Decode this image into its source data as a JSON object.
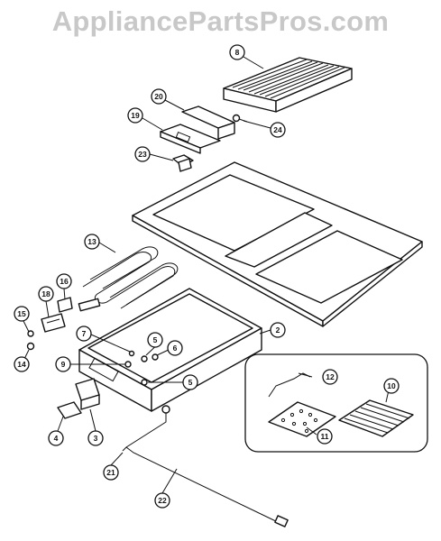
{
  "watermark": "AppliancePartsPros.com",
  "callouts": {
    "c2": "2",
    "c3": "3",
    "c4": "4",
    "c5a": "5",
    "c5b": "5",
    "c6": "6",
    "c7": "7",
    "c8": "8",
    "c9": "9",
    "c10": "10",
    "c11": "11",
    "c12": "12",
    "c13": "13",
    "c14": "14",
    "c15": "15",
    "c16": "16",
    "c18": "18",
    "c19": "19",
    "c20": "20",
    "c21": "21",
    "c22": "22",
    "c23": "23",
    "c24": "24"
  }
}
